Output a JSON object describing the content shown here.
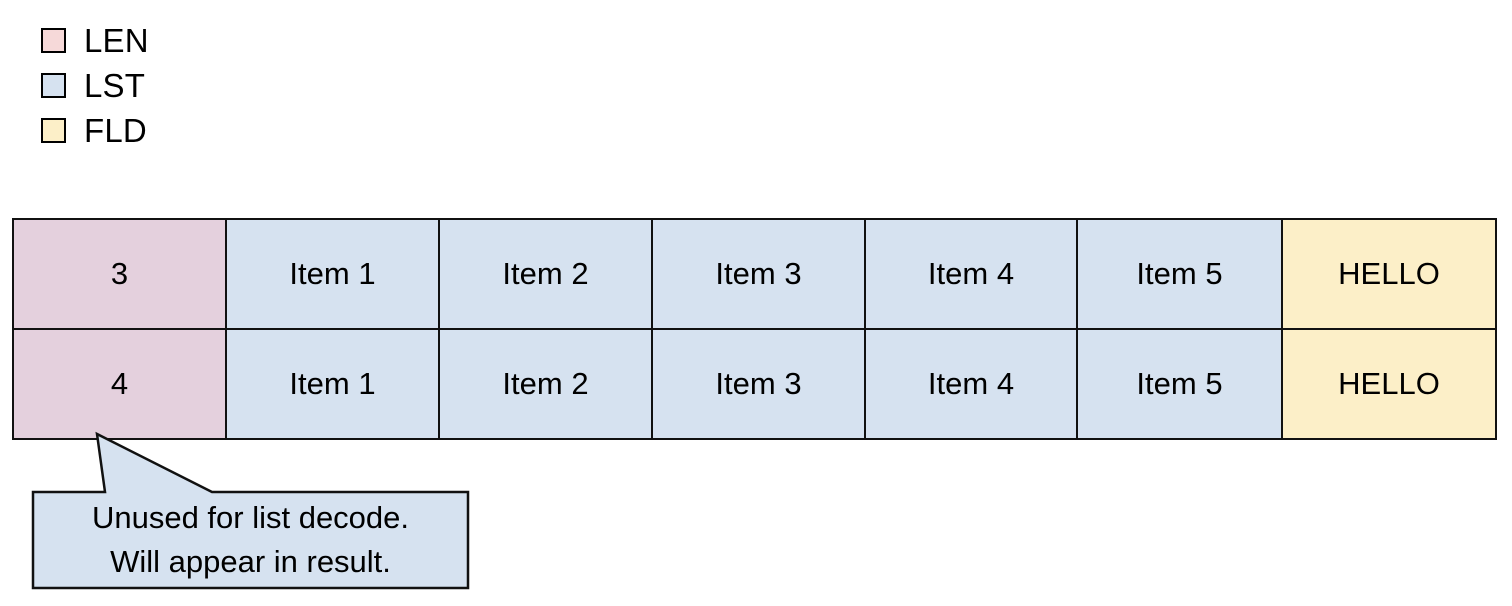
{
  "legend": {
    "items": [
      {
        "label": "LEN",
        "color": "#f6d9d9",
        "icon": "square-swatch-icon"
      },
      {
        "label": "LST",
        "color": "#d6e2f0",
        "icon": "square-swatch-icon"
      },
      {
        "label": "FLD",
        "color": "#fcefc8",
        "icon": "square-swatch-icon"
      }
    ]
  },
  "table": {
    "rows": [
      {
        "cells": [
          {
            "text": "3",
            "kind": "len"
          },
          {
            "text": "Item 1",
            "kind": "lst"
          },
          {
            "text": "Item 2",
            "kind": "lst"
          },
          {
            "text": "Item 3",
            "kind": "lst"
          },
          {
            "text": "Item 4",
            "kind": "lst"
          },
          {
            "text": "Item 5",
            "kind": "lst"
          },
          {
            "text": "HELLO",
            "kind": "fld"
          }
        ]
      },
      {
        "cells": [
          {
            "text": "4",
            "kind": "len"
          },
          {
            "text": "Item 1",
            "kind": "lst"
          },
          {
            "text": "Item 2",
            "kind": "lst"
          },
          {
            "text": "Item 3",
            "kind": "lst"
          },
          {
            "text": "Item 4",
            "kind": "lst"
          },
          {
            "text": "Item 5",
            "kind": "lst"
          },
          {
            "text": "HELLO",
            "kind": "fld"
          }
        ]
      }
    ]
  },
  "callout": {
    "line1": "Unused for list decode.",
    "line2": "Will appear in result.",
    "fill": "#d6e2f0",
    "stroke": "#111111"
  },
  "colors": {
    "len_cell": "#e4d0dd",
    "lst_cell": "#d6e2f0",
    "fld_cell": "#fcefc8",
    "border": "#111111",
    "background": "#ffffff"
  }
}
